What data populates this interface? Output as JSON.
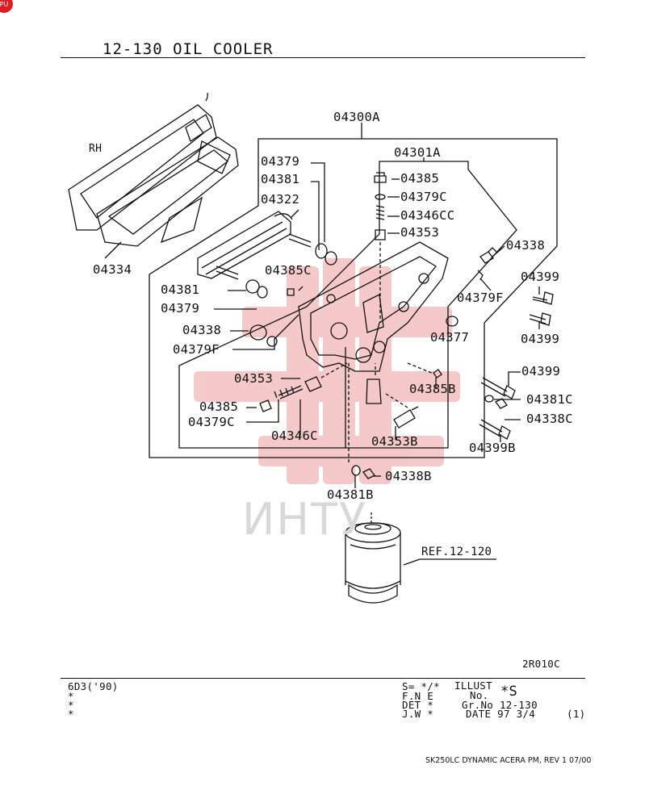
{
  "badge": "PU",
  "header": {
    "title": "12-130   OIL COOLER"
  },
  "labels": {
    "rh": "RH",
    "a04300A": "04300A",
    "a04301A": "04301A",
    "a04379_top": "04379",
    "a04381_top": "04381",
    "a04322": "04322",
    "a04334": "04334",
    "a04385_tr": "04385",
    "a04379C_tr": "04379C",
    "a04346CC": "04346CC",
    "a04353_tr": "04353",
    "a04338_r": "04338",
    "a04385C": "04385C",
    "a04381_l": "04381",
    "a04379_l": "04379",
    "a04338_l": "04338",
    "a04379F_l": "04379F",
    "a04379F_r": "04379F",
    "a04377": "04377",
    "a04399_1": "04399",
    "a04399_2": "04399",
    "a04399_3": "04399",
    "a04385B": "04385B",
    "a04381C": "04381C",
    "a04338C": "04338C",
    "a04399B": "04399B",
    "a04353_m": "04353",
    "a04385_m": "04385",
    "a04379C_m": "04379C",
    "a04346C": "04346C",
    "a04353B": "04353B",
    "a04338B": "04338B",
    "a04381B": "04381B",
    "ref": "REF.12-120",
    "code": "2R010C"
  },
  "watermark": "ИНТУ",
  "footer": {
    "model": "6D3('90)",
    "stars": [
      "*",
      "*",
      "*"
    ],
    "s_row": "S= */*",
    "illust": "ILLUST",
    "no": "No.",
    "illust_val": "*S",
    "fne": "F.N E",
    "det": "DET *",
    "grno": "Gr.No 12-130",
    "jw": "J.W *",
    "date": "DATE 97 3/4",
    "page": "(1)",
    "doc": "SK250LC DYNAMIC ACERA PM, REV 1 07/00"
  },
  "colors": {
    "watermark": "#f2b8b8",
    "badge": "#e01b24"
  }
}
